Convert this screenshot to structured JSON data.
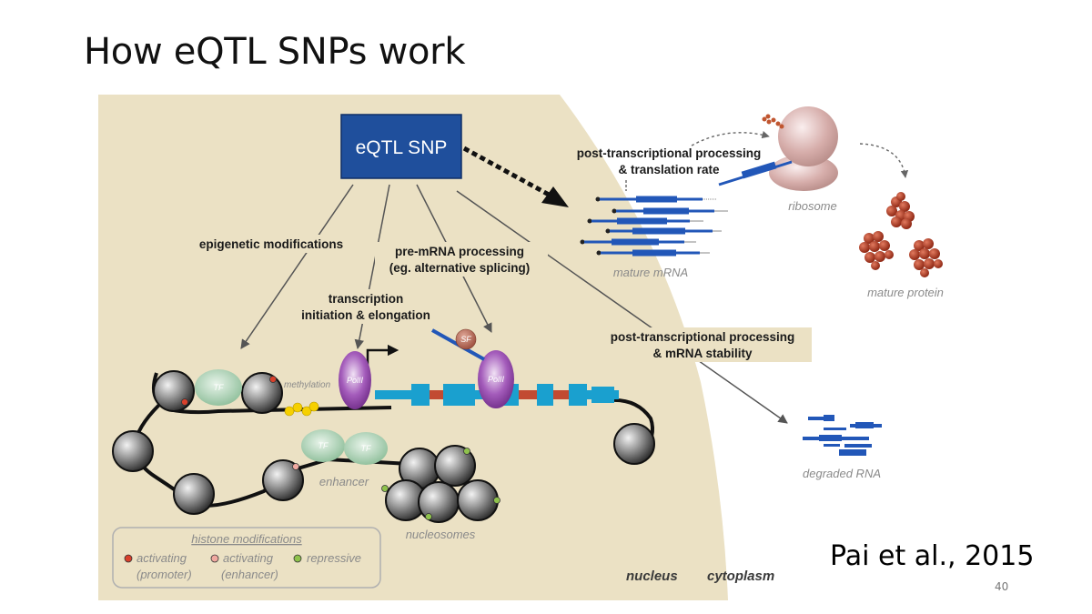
{
  "title": "How eQTL SNPs work",
  "citation": "Pai et al., 2015",
  "page_number": "40",
  "colors": {
    "nucleus_bg": "#ebe1c4",
    "snp_box": "#1f4f9c",
    "mrna": "#2257b8",
    "gene": "#1aa0cf",
    "polii": "#8a3fa3",
    "tf": "#9fc8a8",
    "protein": "#a0301c",
    "ribosome": "#d9b0ad",
    "activating_promoter": "#d8402b",
    "activating_enhancer": "#f0a9a0",
    "repressive": "#8fc24c"
  },
  "diagram": {
    "snp_label": "eQTL SNP",
    "labels": {
      "epigenetic": "epigenetic modifications",
      "premrna_1": "pre-mRNA processing",
      "premrna_2": "(eg. alternative splicing)",
      "transcription_1": "transcription",
      "transcription_2": "initiation & elongation",
      "ptp_translation_1": "post-transcriptional processing",
      "ptp_translation_2": "& translation rate",
      "ptp_stability_1": "post-transcriptional processing",
      "ptp_stability_2": "& mRNA stability",
      "ribosome": "ribosome",
      "mature_mrna": "mature mRNA",
      "mature_protein": "mature protein",
      "degraded_rna": "degraded RNA",
      "methylation": "methylation",
      "enhancer": "enhancer",
      "nucleosomes": "nucleosomes",
      "nucleus": "nucleus",
      "cytoplasm": "cytoplasm",
      "tf": "TF",
      "polii": "PolII",
      "sf": "SF"
    },
    "legend": {
      "title": "histone modifications",
      "items": [
        {
          "line1": "activating",
          "line2": "(promoter)",
          "color": "#d8402b"
        },
        {
          "line1": "activating",
          "line2": "(enhancer)",
          "color": "#f0a9a0"
        },
        {
          "line1": "repressive",
          "line2": "",
          "color": "#8fc24c"
        }
      ]
    }
  }
}
